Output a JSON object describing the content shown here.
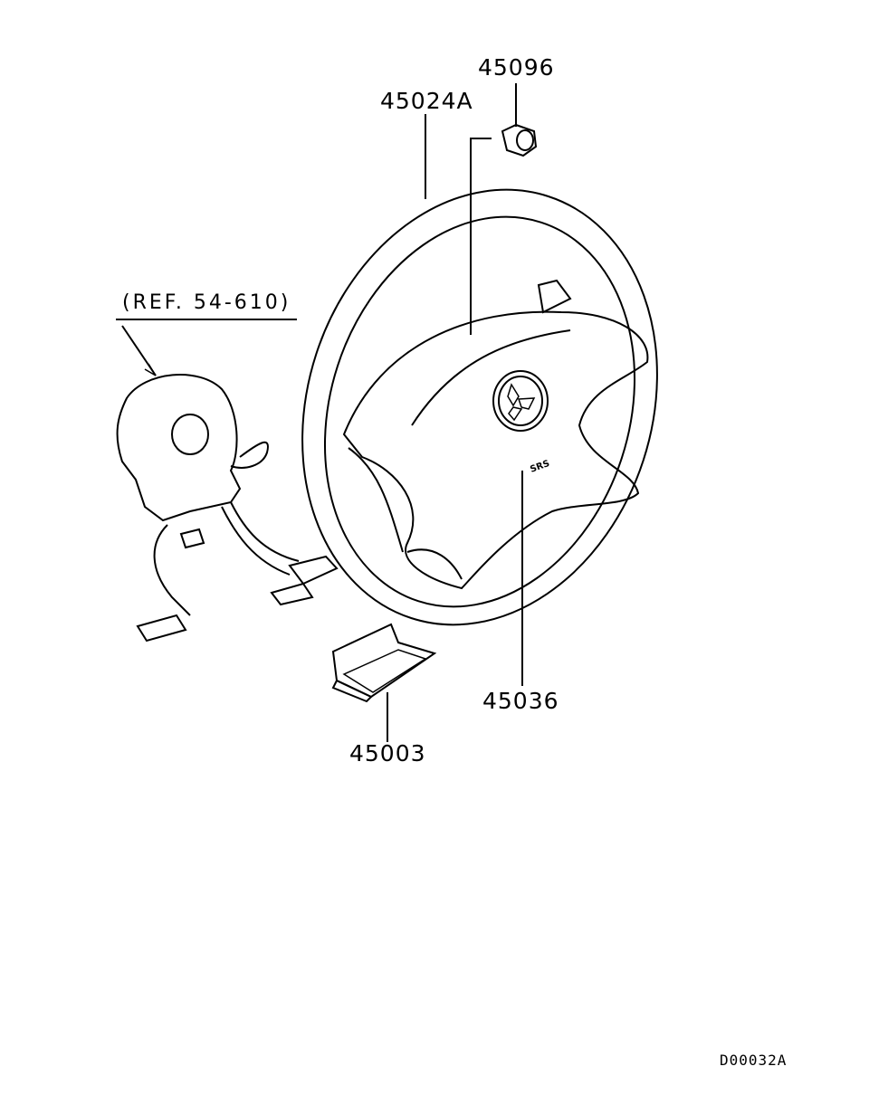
{
  "labels": {
    "p45096": "45096",
    "p45024a": "45024A",
    "ref": "(REF. 54-610)",
    "p45036": "45036",
    "p45003": "45003",
    "diagram_code": "D00032A"
  }
}
